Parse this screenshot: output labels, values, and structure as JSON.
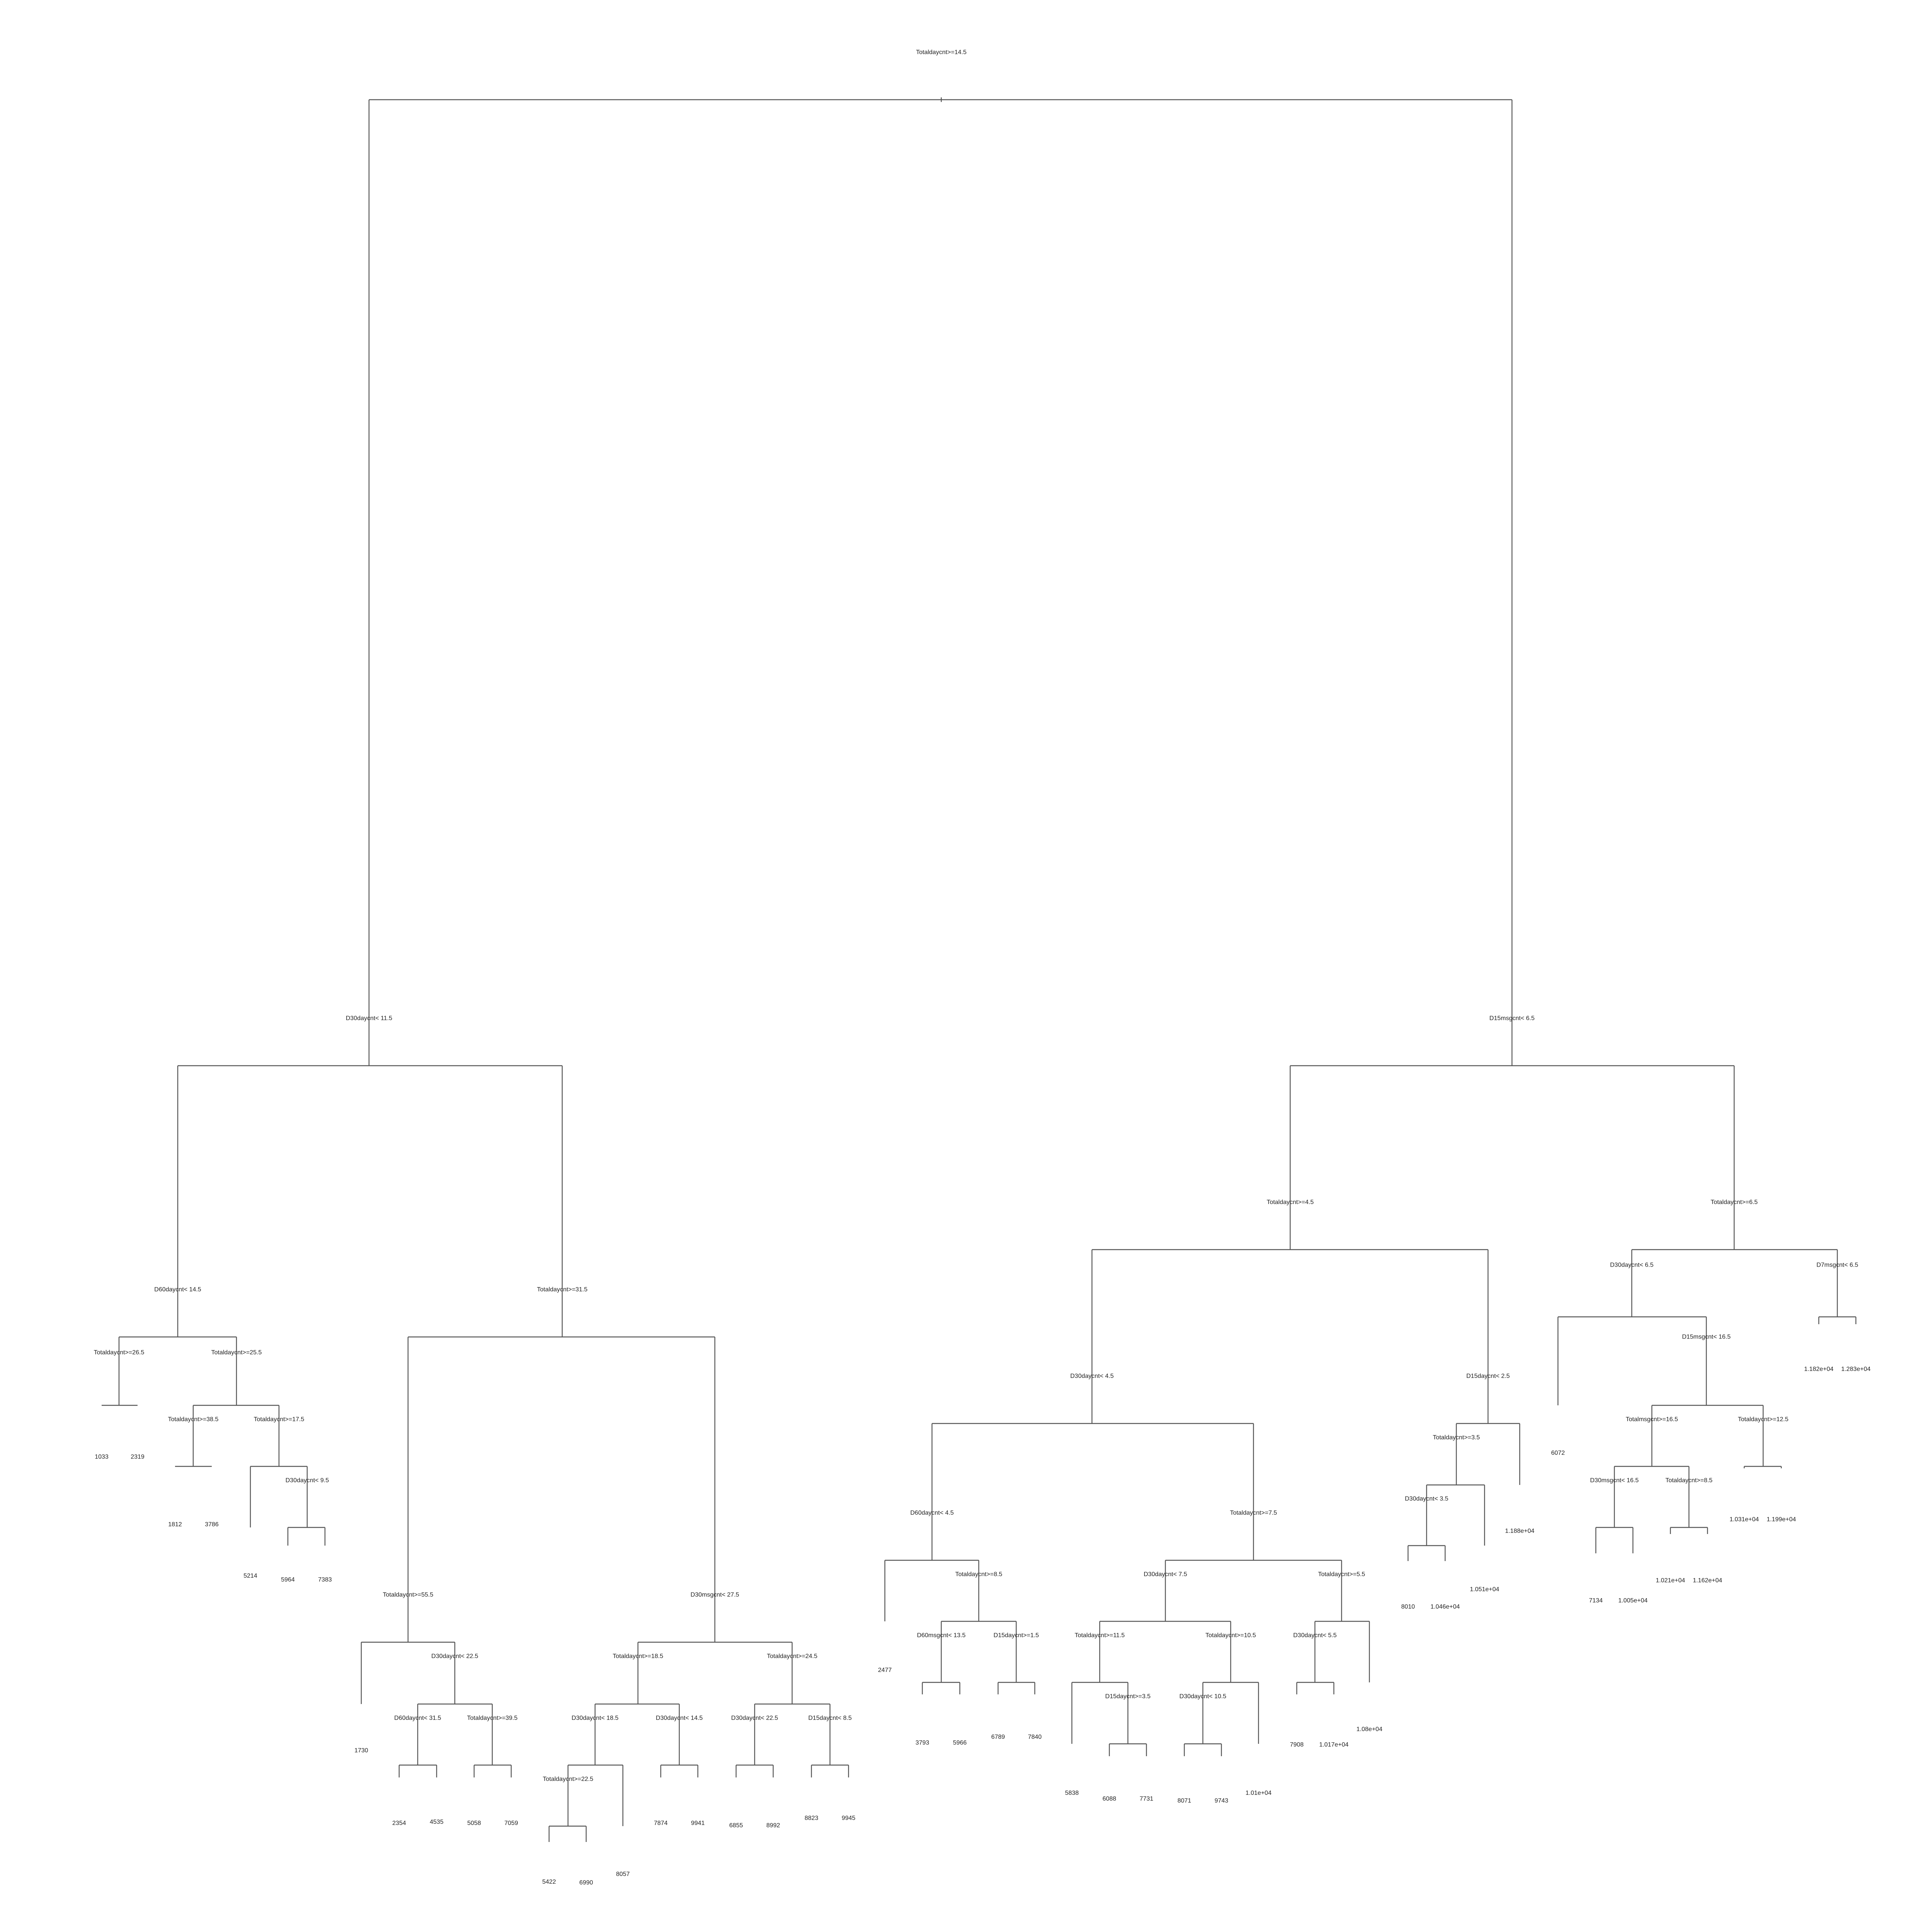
{
  "colors": {
    "line": "#555555",
    "text": "#222222",
    "background": "#ffffff"
  },
  "tree": {
    "n1": {
      "split": "Totaldaycnt>=14.5"
    },
    "n2": {
      "split": "D30daycnt< 11.5"
    },
    "n3": {
      "split": "D15msgcnt< 6.5"
    },
    "n4": {
      "split": "D60daycnt< 14.5"
    },
    "n5": {
      "split": "Totaldaycnt>=31.5"
    },
    "n8": {
      "split": "Totaldaycnt>=26.5"
    },
    "n9": {
      "split": "Totaldaycnt>=25.5"
    },
    "n16": {
      "leaf": "1033"
    },
    "n17": {
      "leaf": "2319"
    },
    "n18": {
      "split": "Totaldaycnt>=38.5"
    },
    "n19": {
      "split": "Totaldaycnt>=17.5"
    },
    "n36": {
      "leaf": "1812"
    },
    "n37": {
      "leaf": "3786"
    },
    "n38": {
      "leaf": "5214"
    },
    "n39": {
      "split": "D30daycnt< 9.5"
    },
    "n78": {
      "leaf": "5964"
    },
    "n79": {
      "leaf": "7383"
    },
    "n10": {
      "split": "Totaldaycnt>=55.5"
    },
    "n11": {
      "split": "D30msgcnt< 27.5"
    },
    "n20": {
      "leaf": "1730"
    },
    "n21": {
      "split": "D30daycnt< 22.5"
    },
    "n42": {
      "split": "D60daycnt< 31.5"
    },
    "n43": {
      "split": "Totaldaycnt>=39.5"
    },
    "n84": {
      "leaf": "2354"
    },
    "n85": {
      "leaf": "4535"
    },
    "n86": {
      "leaf": "5058"
    },
    "n87": {
      "leaf": "7059"
    },
    "n22": {
      "split": "Totaldaycnt>=18.5"
    },
    "n23": {
      "split": "Totaldaycnt>=24.5"
    },
    "n44": {
      "split": "D30daycnt< 18.5"
    },
    "n45": {
      "split": "D30daycnt< 14.5"
    },
    "n88": {
      "split": "Totaldaycnt>=22.5"
    },
    "n89": {
      "leaf": "8057"
    },
    "n176": {
      "leaf": "5422"
    },
    "n177": {
      "leaf": "6990"
    },
    "n90": {
      "leaf": "7874"
    },
    "n91": {
      "leaf": "9941"
    },
    "n46": {
      "split": "D30daycnt< 22.5"
    },
    "n47": {
      "split": "D15daycnt< 8.5"
    },
    "n92": {
      "leaf": "6855"
    },
    "n93": {
      "leaf": "8992"
    },
    "n94": {
      "leaf": "8823"
    },
    "n95": {
      "leaf": "9945"
    },
    "n6": {
      "split": "Totaldaycnt>=4.5"
    },
    "n7": {
      "split": "Totaldaycnt>=6.5"
    },
    "n12": {
      "split": "D30daycnt< 4.5"
    },
    "n13": {
      "split": "D15daycnt< 2.5"
    },
    "n24": {
      "split": "D60daycnt< 4.5"
    },
    "n25": {
      "split": "Totaldaycnt>=7.5"
    },
    "n48": {
      "leaf": "2477"
    },
    "n49": {
      "split": "Totaldaycnt>=8.5"
    },
    "n98": {
      "split": "D60msgcnt< 13.5"
    },
    "n99": {
      "split": "D15daycnt>=1.5"
    },
    "n196": {
      "leaf": "3793"
    },
    "n197": {
      "leaf": "5966"
    },
    "n198": {
      "leaf": "6789"
    },
    "n199": {
      "leaf": "7840"
    },
    "n50": {
      "split": "D30daycnt< 7.5"
    },
    "n51": {
      "split": "Totaldaycnt>=5.5"
    },
    "n100": {
      "split": "Totaldaycnt>=11.5"
    },
    "n101": {
      "split": "Totaldaycnt>=10.5"
    },
    "n200": {
      "leaf": "5838"
    },
    "n201": {
      "split": "D15daycnt>=3.5"
    },
    "n402": {
      "leaf": "6088"
    },
    "n403": {
      "leaf": "7731"
    },
    "n202": {
      "split": "D30daycnt< 10.5"
    },
    "n203": {
      "leaf": "1.01e+04"
    },
    "n404": {
      "leaf": "8071"
    },
    "n405": {
      "leaf": "9743"
    },
    "n102": {
      "split": "D30daycnt< 5.5"
    },
    "n103": {
      "leaf": "1.08e+04"
    },
    "n204": {
      "leaf": "7908"
    },
    "n205": {
      "leaf": "1.017e+04"
    },
    "n26": {
      "split": "Totaldaycnt>=3.5"
    },
    "n27": {
      "leaf": "1.188e+04"
    },
    "n52": {
      "split": "D30daycnt< 3.5"
    },
    "n53": {
      "leaf": "1.051e+04"
    },
    "n104": {
      "leaf": "8010"
    },
    "n105": {
      "leaf": "1.046e+04"
    },
    "n14": {
      "split": "D30daycnt< 6.5"
    },
    "n15": {
      "split": "D7msgcnt< 6.5"
    },
    "n28": {
      "leaf": "6072"
    },
    "n29": {
      "split": "D15msgcnt< 16.5"
    },
    "n58": {
      "split": "Totalmsgcnt>=16.5"
    },
    "n59": {
      "split": "Totaldaycnt>=12.5"
    },
    "n116": {
      "split": "D30msgcnt< 16.5"
    },
    "n117": {
      "split": "Totaldaycnt>=8.5"
    },
    "n232": {
      "leaf": "7134"
    },
    "n233": {
      "leaf": "1.005e+04"
    },
    "n234": {
      "leaf": "1.021e+04"
    },
    "n235": {
      "leaf": "1.162e+04"
    },
    "n118": {
      "leaf": "1.031e+04"
    },
    "n119": {
      "leaf": "1.199e+04"
    },
    "n30": {
      "leaf": "1.182e+04"
    },
    "n31": {
      "leaf": "1.283e+04"
    }
  }
}
